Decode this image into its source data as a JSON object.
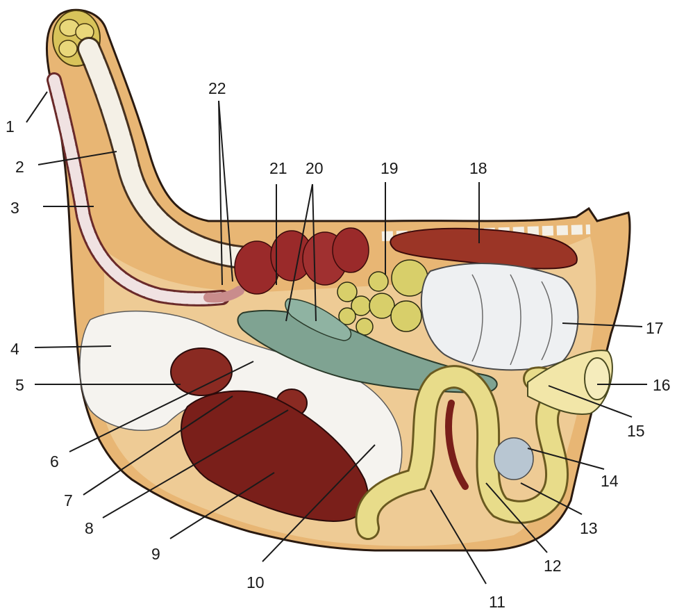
{
  "labels": [
    {
      "id": "1",
      "text": "1"
    },
    {
      "id": "2",
      "text": "2"
    },
    {
      "id": "3",
      "text": "3"
    },
    {
      "id": "4",
      "text": "4"
    },
    {
      "id": "5",
      "text": "5"
    },
    {
      "id": "6",
      "text": "6"
    },
    {
      "id": "7",
      "text": "7"
    },
    {
      "id": "8",
      "text": "8"
    },
    {
      "id": "9",
      "text": "9"
    },
    {
      "id": "10",
      "text": "10"
    },
    {
      "id": "11",
      "text": "11"
    },
    {
      "id": "12",
      "text": "12"
    },
    {
      "id": "13",
      "text": "13"
    },
    {
      "id": "14",
      "text": "14"
    },
    {
      "id": "15",
      "text": "15"
    },
    {
      "id": "16",
      "text": "16"
    },
    {
      "id": "17",
      "text": "17"
    },
    {
      "id": "18",
      "text": "18"
    },
    {
      "id": "19",
      "text": "19"
    },
    {
      "id": "20",
      "text": "20"
    },
    {
      "id": "21",
      "text": "21"
    },
    {
      "id": "22",
      "text": "22"
    }
  ],
  "colors": {
    "body_wall": "#e8b674",
    "body_outline": "#2a1a10",
    "vertebrae": "#f4f0e6",
    "trachea": "#c98c8c",
    "lung": "#9a2a2a",
    "liver": "#7a1f1a",
    "heart": "#8a2a22",
    "air_sac": "#f5f3ef",
    "intestine": "#e8dc8a",
    "gizzard": "#7fa392",
    "ovary": "#d8cf6a",
    "kidney": "#9b3526",
    "oviduct": "#eef0f2",
    "cloaca": "#f2e6a8"
  }
}
